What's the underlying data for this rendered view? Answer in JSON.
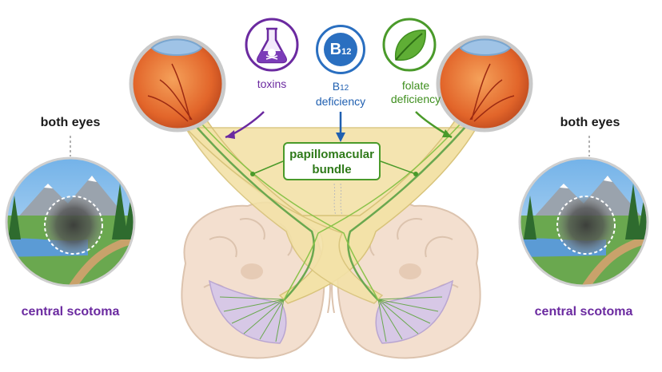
{
  "labels": {
    "both_eyes_left": "both eyes",
    "both_eyes_right": "both eyes",
    "scotoma_left": "central scotoma",
    "scotoma_right": "central scotoma",
    "toxins": "toxins",
    "b12_main": "B",
    "b12_sub": "12",
    "b12_line2": "deficiency",
    "folate_line1": "folate",
    "folate_line2": "deficiency",
    "bundle_line1": "papillomacular",
    "bundle_line2": "bundle",
    "badge_main": "B",
    "badge_sub": "12"
  },
  "icons": {
    "toxins": "flask-skull-icon",
    "b12": "b12-badge-icon",
    "folate": "leaf-icon"
  },
  "colors": {
    "toxins": "#6b2aa0",
    "b12": "#2a6fc0",
    "folate": "#4a9a2a",
    "bundle": "#4a9a2a",
    "optic_nerve": "#f3e2a8",
    "brain": "#f3dfcf",
    "visual_cortex": "#d7c8e6",
    "eyeball": "#e6702a"
  }
}
